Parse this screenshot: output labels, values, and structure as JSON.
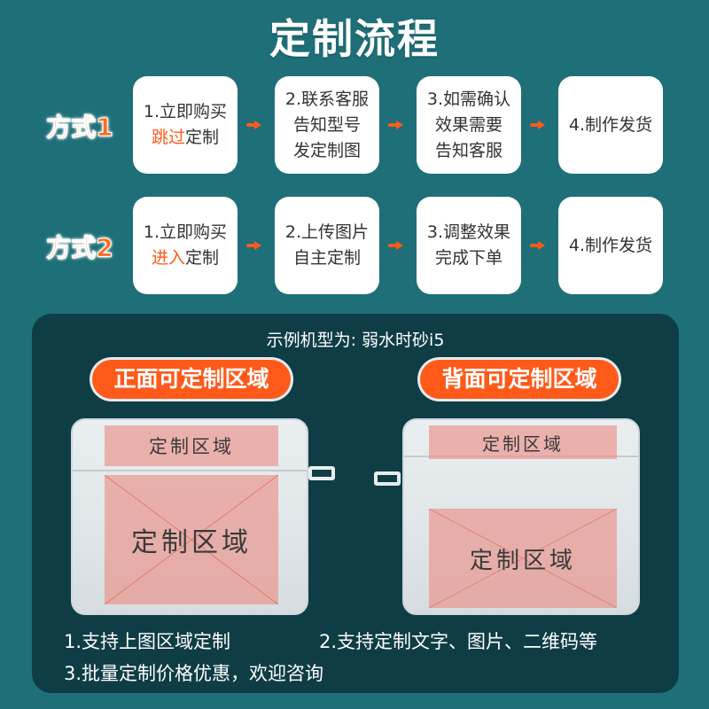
{
  "title": "定制流程",
  "methods": [
    {
      "label": "方式1",
      "steps": [
        {
          "line1": "1.立即购买",
          "line2_highlight": "跳过",
          "line2_rest": "定制",
          "line3": ""
        },
        {
          "line1": "2.联系客服",
          "line2_highlight": "",
          "line2_rest": "告知型号",
          "line3": "发定制图"
        },
        {
          "line1": "3.如需确认",
          "line2_highlight": "",
          "line2_rest": "效果需要",
          "line3": "告知客服"
        },
        {
          "line1": "4.制作发货",
          "line2_highlight": "",
          "line2_rest": "",
          "line3": ""
        }
      ]
    },
    {
      "label": "方式2",
      "steps": [
        {
          "line1": "1.立即购买",
          "line2_highlight": "进入",
          "line2_rest": "定制",
          "line3": ""
        },
        {
          "line1": "2.上传图片",
          "line2_highlight": "",
          "line2_rest": "自主定制",
          "line3": ""
        },
        {
          "line1": "3.调整效果",
          "line2_highlight": "",
          "line2_rest": "完成下单",
          "line3": ""
        },
        {
          "line1": "4.制作发货",
          "line2_highlight": "",
          "line2_rest": "",
          "line3": ""
        }
      ]
    }
  ],
  "panel": {
    "example_model": "示例机型为: 弱水时砂i5",
    "front_button": "正面可定制区域",
    "back_button": "背面可定制区域",
    "zone_label": "定制区域"
  },
  "notes": {
    "note1": "1.支持上图区域定制",
    "note2": "2.支持定制文字、图片、二维码等",
    "note3": "3.批量定制价格优惠，欢迎咨询"
  },
  "colors": {
    "background": "#1f6f78",
    "panel": "#0f3d46",
    "accent": "#ff5a1a",
    "card": "#ffffff"
  }
}
